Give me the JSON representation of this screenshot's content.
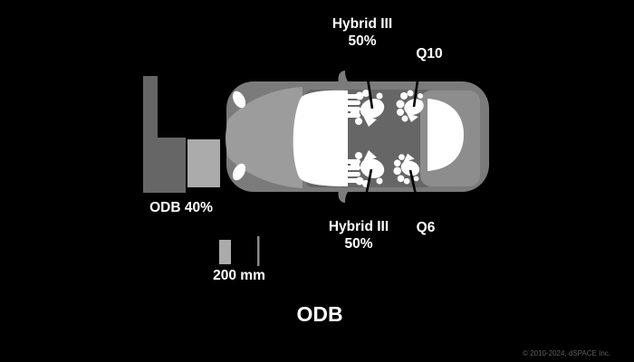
{
  "title": "ODB",
  "copyright": "© 2010-2024, dSPACE Inc.",
  "labels": {
    "front_top_dummy": {
      "line1": "Hybrid III",
      "line2": "50%"
    },
    "rear_top_dummy": "Q10",
    "front_bottom_dummy": {
      "line1": "Hybrid III",
      "line2": "50%"
    },
    "rear_bottom_dummy": "Q6",
    "barrier": "ODB 40%",
    "scale": "200 mm"
  },
  "colors": {
    "bg": "#000000",
    "text": "#ffffff",
    "muted_text": "#606060",
    "barrier_dark": "#666666",
    "barrier_light": "#ababab",
    "car_body": "#7b7b7b",
    "car_hood": "#9c9c9c",
    "car_cabin": "#666666",
    "car_roof_rear": "#8d8d8d",
    "white": "#ffffff",
    "callout": "#000000",
    "scale_rect": "#ababab",
    "scale_line": "#8a8a8a"
  }
}
